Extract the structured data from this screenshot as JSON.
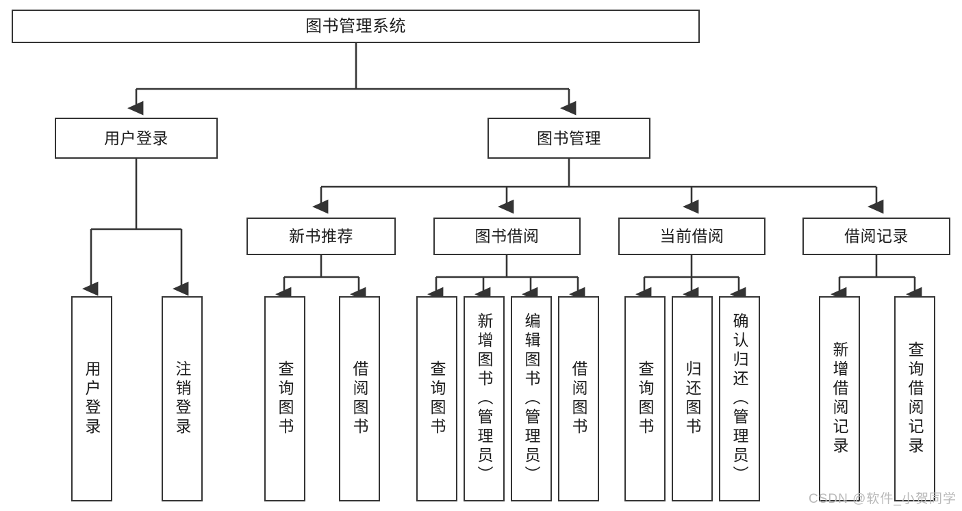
{
  "diagram": {
    "type": "tree",
    "title": "图书管理系统",
    "root": {
      "label": "图书管理系统"
    },
    "level2": [
      {
        "label": "用户登录"
      },
      {
        "label": "图书管理"
      }
    ],
    "level3": [
      {
        "label": "新书推荐"
      },
      {
        "label": "图书借阅"
      },
      {
        "label": "当前借阅"
      },
      {
        "label": "借阅记录"
      }
    ],
    "leaves": {
      "user_login": [
        {
          "label": "用户登录"
        },
        {
          "label": "注销登录"
        }
      ],
      "new_book_recommend": [
        {
          "label": "查询图书"
        },
        {
          "label": "借阅图书"
        }
      ],
      "book_borrow": [
        {
          "label": "查询图书"
        },
        {
          "label": "新增图书（管理员）"
        },
        {
          "label": "编辑图书（管理员）"
        },
        {
          "label": "借阅图书"
        }
      ],
      "current_borrow": [
        {
          "label": "查询图书"
        },
        {
          "label": "归还图书"
        },
        {
          "label": "确认归还（管理员）"
        }
      ],
      "borrow_record": [
        {
          "label": "新增借阅记录"
        },
        {
          "label": "查询借阅记录"
        }
      ]
    }
  },
  "watermark": {
    "text": "CSDN @软件_小贺同学"
  },
  "colors": {
    "stroke": "#343434",
    "background": "#ffffff",
    "text": "#1c1c1c",
    "watermark": "#b9b9b9"
  }
}
